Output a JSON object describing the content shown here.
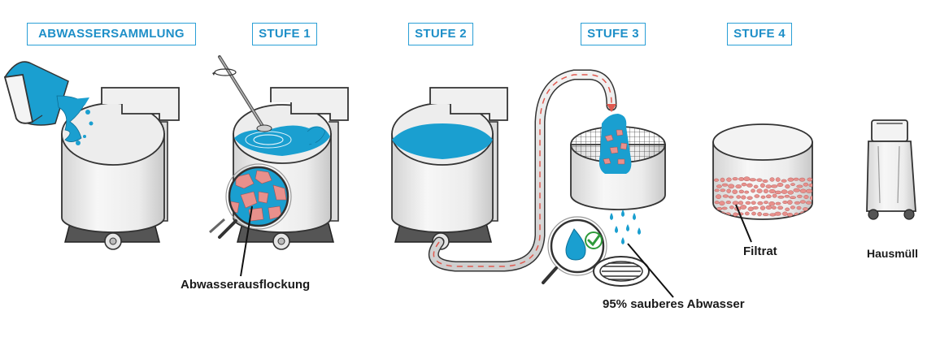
{
  "stages": {
    "collection": "ABWASSERSAMMLUNG",
    "stage1": "STUFE 1",
    "stage2": "STUFE 2",
    "stage3": "STUFE 3",
    "stage4": "STUFE 4"
  },
  "captions": {
    "flocculation": "Abwasserausflockung",
    "clean_water": "95% sauberes Abwasser",
    "filtrate": "Filtrat",
    "household_waste": "Hausmüll"
  },
  "colors": {
    "water": "#1a9fd0",
    "label_border": "#2a9fd6",
    "floc": "#e8908c",
    "check": "#2e9a3a"
  },
  "icons": {
    "bucket": "bucket-icon",
    "stirrer": "stirrer-icon",
    "magnifier": "magnifier-icon",
    "sieve": "sieve-icon",
    "hose": "hose-icon",
    "checkmark": "checkmark-icon",
    "drain": "drain-icon",
    "trash_bin": "trash-bin-icon"
  }
}
